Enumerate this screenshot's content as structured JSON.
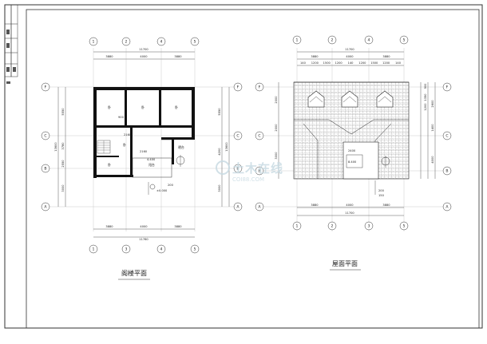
{
  "title_block": {
    "cells": [
      "",
      "",
      "",
      "",
      "",
      "",
      ""
    ]
  },
  "left_plan": {
    "caption": "阁楼平面",
    "top_axes": [
      "1",
      "2",
      "4",
      "5"
    ],
    "bottom_axes": [
      "1",
      "3",
      "4",
      "5"
    ],
    "left_axes": [
      "F",
      "C",
      "B",
      "A"
    ],
    "right_axes": [
      "F",
      "C",
      "B",
      "A"
    ],
    "top_overall": "11700",
    "top_spans": [
      "3880",
      "4000",
      "3880"
    ],
    "bottom_spans": [
      "3880",
      "4000",
      "3880"
    ],
    "bottom_overall": "11760",
    "left_overall": "13600",
    "left_spans": [
      "5550",
      "3780",
      "2550",
      "3000"
    ],
    "right_overall": "13600",
    "right_spans": [
      "5550",
      "4200",
      "3000"
    ],
    "rooms": [
      "卧",
      "卧",
      "卧",
      "卧",
      "卧",
      "阳台",
      "晒台"
    ],
    "labels": [
      "900",
      "2160",
      "2160",
      "4.400",
      "±0.000",
      "200"
    ]
  },
  "right_plan": {
    "caption": "屋面平面",
    "top_axes": [
      "1",
      "2",
      "4",
      "5"
    ],
    "bottom_axes": [
      "1",
      "2",
      "3",
      "5"
    ],
    "left_axes": [
      "F",
      "C",
      "B",
      "A"
    ],
    "right_axes": [
      "F",
      "C",
      "B",
      "A"
    ],
    "top_overall": "11700",
    "top_spans": [
      "3880",
      "4000",
      "3880"
    ],
    "top_sub": [
      "140",
      "1200",
      "1500",
      "1200",
      "140",
      "1200",
      "1500",
      "1200",
      "140"
    ],
    "bottom_spans": [
      "3880",
      "4000",
      "3880"
    ],
    "bottom_overall": "11700",
    "left_spans": [
      "2000",
      "2000",
      "3000"
    ],
    "right_spans": [
      "900",
      "1350",
      "1200",
      "2600",
      "1400",
      "4000"
    ],
    "labels": [
      "2400",
      "8.400",
      "200",
      "150"
    ]
  },
  "watermark": {
    "main": "土木在线",
    "sub": "COI88.COM"
  }
}
